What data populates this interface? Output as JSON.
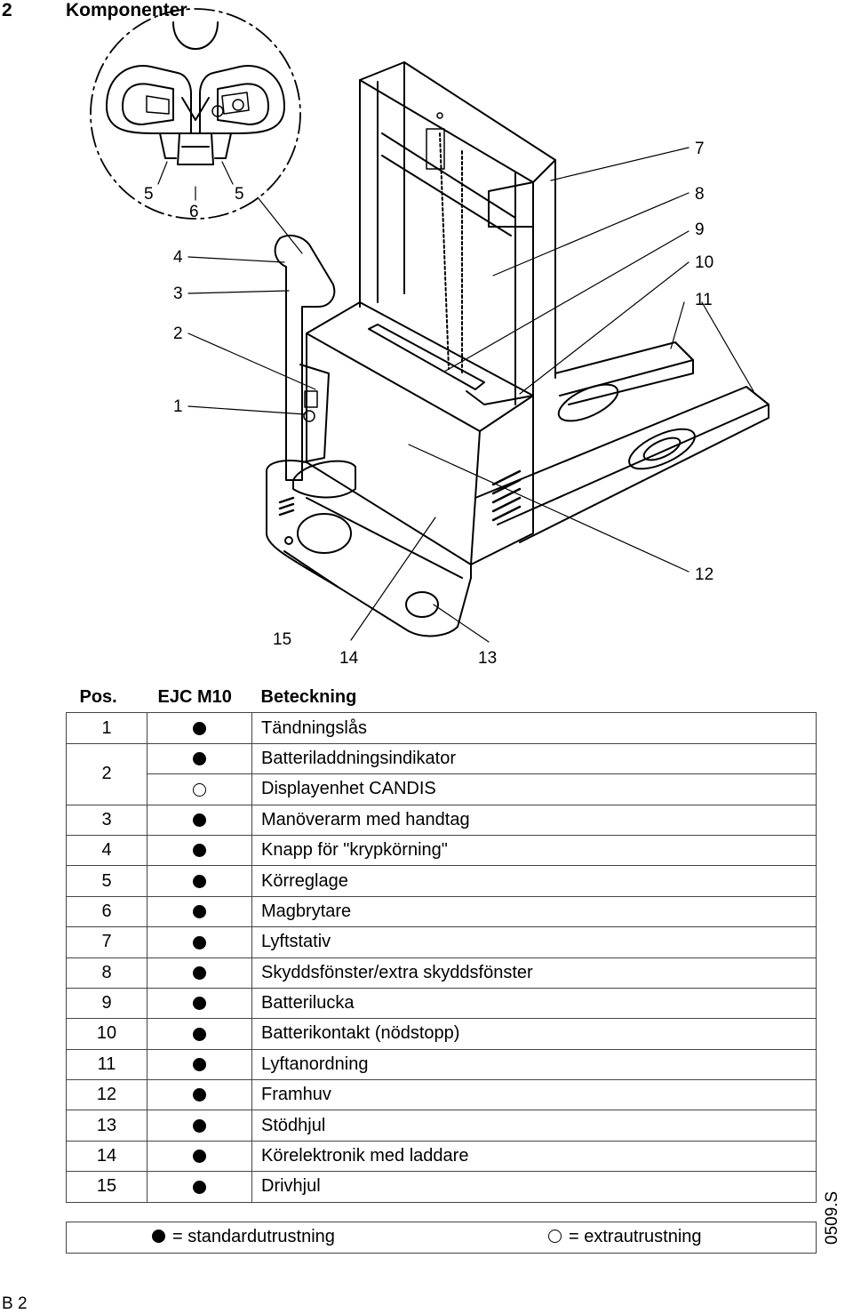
{
  "header": {
    "section_number": "2",
    "section_title": "Komponenter"
  },
  "callouts": [
    "1",
    "2",
    "3",
    "4",
    "5",
    "5",
    "6",
    "7",
    "8",
    "9",
    "10",
    "11",
    "12",
    "13",
    "14",
    "15"
  ],
  "table": {
    "columns": [
      "Pos.",
      "EJC M10",
      "Beteckning"
    ],
    "rows": [
      {
        "pos": "1",
        "sym": "standard",
        "desc": "Tändningslås"
      },
      {
        "pos": "2",
        "sym": "standard",
        "desc": "Batteriladdningsindikator"
      },
      {
        "pos": "",
        "sym": "extra",
        "desc": "Displayenhet CANDIS"
      },
      {
        "pos": "3",
        "sym": "standard",
        "desc": "Manöverarm med handtag"
      },
      {
        "pos": "4",
        "sym": "standard",
        "desc": "Knapp för \"krypkörning\""
      },
      {
        "pos": "5",
        "sym": "standard",
        "desc": "Körreglage"
      },
      {
        "pos": "6",
        "sym": "standard",
        "desc": "Magbrytare"
      },
      {
        "pos": "7",
        "sym": "standard",
        "desc": "Lyftstativ"
      },
      {
        "pos": "8",
        "sym": "standard",
        "desc": "Skyddsfönster/extra skyddsfönster"
      },
      {
        "pos": "9",
        "sym": "standard",
        "desc": "Batterilucka"
      },
      {
        "pos": "10",
        "sym": "standard",
        "desc": "Batterikontakt (nödstopp)"
      },
      {
        "pos": "11",
        "sym": "standard",
        "desc": "Lyftanordning"
      },
      {
        "pos": "12",
        "sym": "standard",
        "desc": "Framhuv"
      },
      {
        "pos": "13",
        "sym": "standard",
        "desc": "Stödhjul"
      },
      {
        "pos": "14",
        "sym": "standard",
        "desc": "Körelektronik med laddare"
      },
      {
        "pos": "15",
        "sym": "standard",
        "desc": "Drivhjul"
      }
    ]
  },
  "legend": {
    "standard": "= standardutrustning",
    "extra": "= extrautrustning"
  },
  "figure_code": "0509.S",
  "page_number": "B 2"
}
